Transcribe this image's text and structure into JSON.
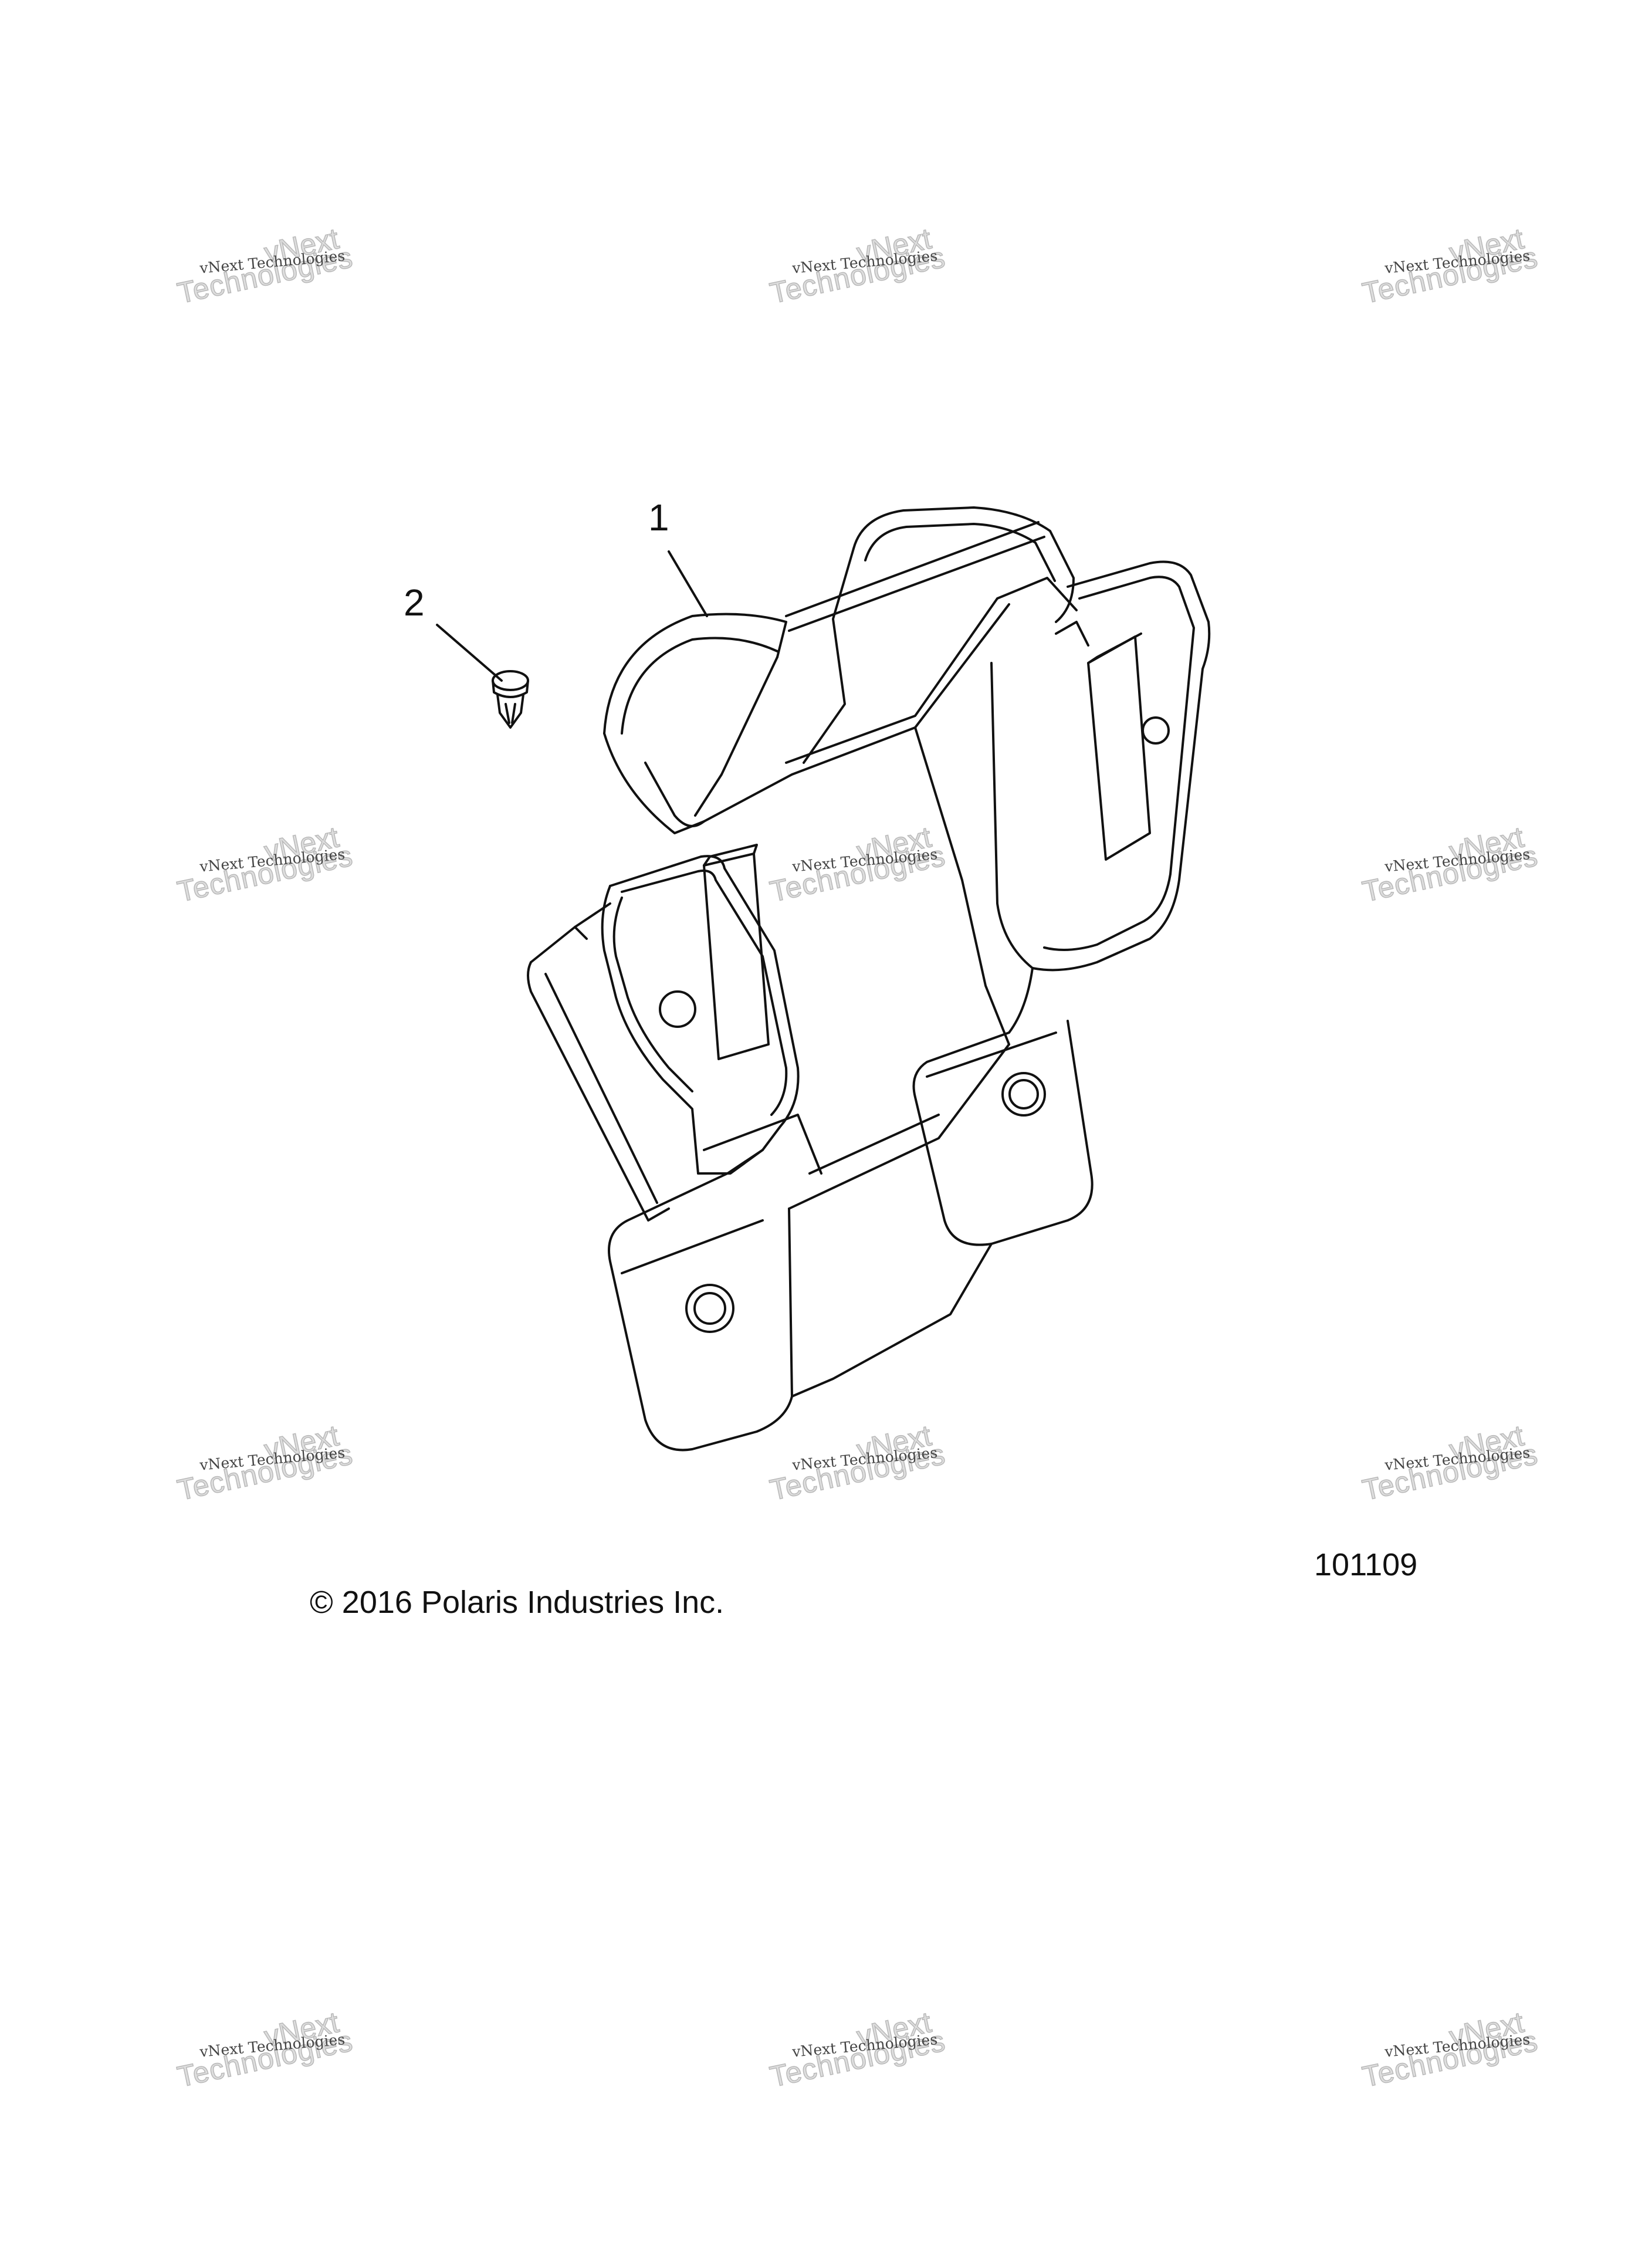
{
  "watermark": {
    "line1": "vNext",
    "line2": "Technologies",
    "small": "vNext Technologies"
  },
  "callouts": {
    "part1": "1",
    "part2": "2"
  },
  "footer": {
    "copyright": "© 2016 Polaris Industries Inc.",
    "figure_number": "101109"
  }
}
